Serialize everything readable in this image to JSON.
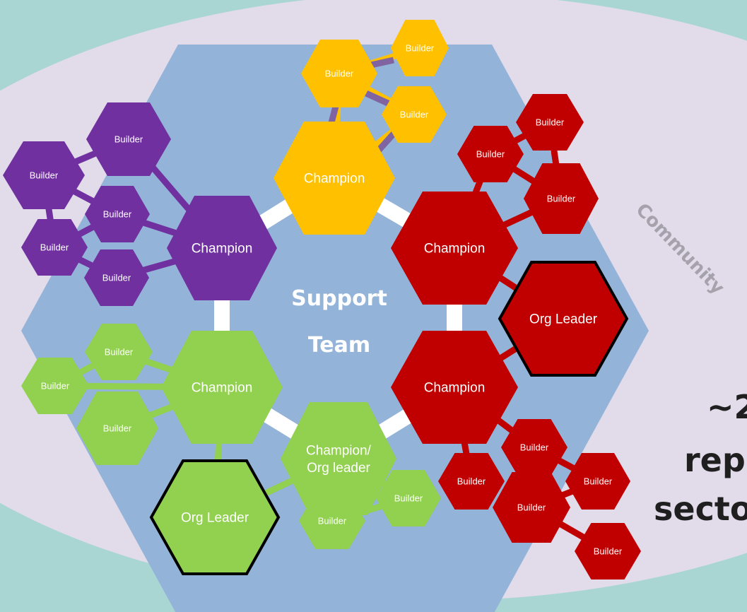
{
  "colors": {
    "background_teal": "#a9d6d3",
    "community_oval": "#e2dbea",
    "support_hex": "#94b3d8",
    "purple": "#7030a0",
    "gold": "#ffc000",
    "red": "#c00000",
    "green": "#92d050",
    "link_purple": "#8064a2",
    "link_white": "#ffffff",
    "outline": "#000000"
  },
  "community_label": "Community",
  "support_team": {
    "line1": "Support",
    "line2": "Team"
  },
  "side_text": {
    "line1": "~2",
    "line2": "rep",
    "line3": "secto"
  },
  "nodes": [
    {
      "id": "p-b1",
      "label": "Builder",
      "group": "purple",
      "size": "s"
    },
    {
      "id": "p-b2",
      "label": "Builder",
      "group": "purple",
      "size": "s"
    },
    {
      "id": "p-b3",
      "label": "Builder",
      "group": "purple",
      "size": "s"
    },
    {
      "id": "p-b4",
      "label": "Builder",
      "group": "purple",
      "size": "s"
    },
    {
      "id": "p-b5",
      "label": "Builder",
      "group": "purple",
      "size": "s"
    },
    {
      "id": "p-ch",
      "label": "Champion",
      "group": "purple",
      "size": "l"
    },
    {
      "id": "y-b1",
      "label": "Builder",
      "group": "gold",
      "size": "s"
    },
    {
      "id": "y-b2",
      "label": "Builder",
      "group": "gold",
      "size": "s"
    },
    {
      "id": "y-b3",
      "label": "Builder",
      "group": "gold",
      "size": "s"
    },
    {
      "id": "y-ch",
      "label": "Champion",
      "group": "gold",
      "size": "l"
    },
    {
      "id": "r-b1",
      "label": "Builder",
      "group": "red",
      "size": "s"
    },
    {
      "id": "r-b2",
      "label": "Builder",
      "group": "red",
      "size": "s"
    },
    {
      "id": "r-b3",
      "label": "Builder",
      "group": "red",
      "size": "s"
    },
    {
      "id": "r-ch1",
      "label": "Champion",
      "group": "red",
      "size": "l"
    },
    {
      "id": "r-ol",
      "label": "Org Leader",
      "group": "red",
      "size": "l",
      "outlined": true
    },
    {
      "id": "r-ch2",
      "label": "Champion",
      "group": "red",
      "size": "l"
    },
    {
      "id": "r-b4",
      "label": "Builder",
      "group": "red",
      "size": "s"
    },
    {
      "id": "r-b5",
      "label": "Builder",
      "group": "red",
      "size": "s"
    },
    {
      "id": "r-b6",
      "label": "Builder",
      "group": "red",
      "size": "s"
    },
    {
      "id": "r-b7",
      "label": "Builder",
      "group": "red",
      "size": "s"
    },
    {
      "id": "r-b8",
      "label": "Builder",
      "group": "red",
      "size": "s"
    },
    {
      "id": "g-b1",
      "label": "Builder",
      "group": "green",
      "size": "s"
    },
    {
      "id": "g-b2",
      "label": "Builder",
      "group": "green",
      "size": "s"
    },
    {
      "id": "g-b3",
      "label": "Builder",
      "group": "green",
      "size": "s"
    },
    {
      "id": "g-ch",
      "label": "Champion",
      "group": "green",
      "size": "l"
    },
    {
      "id": "g-ol",
      "label": "Org Leader",
      "group": "green",
      "size": "l",
      "outlined": true
    },
    {
      "id": "g-co",
      "label": "Champion/\nOrg leader",
      "group": "green",
      "size": "l"
    },
    {
      "id": "g-b4",
      "label": "Builder",
      "group": "green",
      "size": "s"
    },
    {
      "id": "g-b5",
      "label": "Builder",
      "group": "green",
      "size": "s"
    }
  ],
  "links": [
    [
      "p-b1",
      "p-ch"
    ],
    [
      "p-b1",
      "p-b2"
    ],
    [
      "p-b2",
      "p-b3"
    ],
    [
      "p-b2",
      "p-b4"
    ],
    [
      "p-b4",
      "p-b3"
    ],
    [
      "p-b4",
      "p-b5"
    ],
    [
      "p-b3",
      "p-ch"
    ],
    [
      "p-b5",
      "p-ch"
    ],
    [
      "y-b1",
      "y-b2"
    ],
    [
      "y-b1",
      "y-b3"
    ],
    [
      "y-b1",
      "y-ch"
    ],
    [
      "y-b3",
      "y-ch"
    ],
    [
      "r-b1",
      "r-b2"
    ],
    [
      "r-b1",
      "r-b3"
    ],
    [
      "r-b2",
      "r-b3"
    ],
    [
      "r-b2",
      "r-ch1"
    ],
    [
      "r-b3",
      "r-ch1"
    ],
    [
      "r-ch1",
      "r-ol"
    ],
    [
      "r-ol",
      "r-ch2"
    ],
    [
      "r-ch2",
      "r-b4"
    ],
    [
      "r-ch2",
      "r-b5"
    ],
    [
      "r-b4",
      "r-b6"
    ],
    [
      "r-b4",
      "r-b7"
    ],
    [
      "r-b6",
      "r-b7"
    ],
    [
      "r-b7",
      "r-b8"
    ],
    [
      "g-b1",
      "g-b2"
    ],
    [
      "g-b1",
      "g-ch"
    ],
    [
      "g-b2",
      "g-ch"
    ],
    [
      "g-b3",
      "g-ch"
    ],
    [
      "g-ch",
      "g-ol"
    ],
    [
      "g-ol",
      "g-co"
    ],
    [
      "g-co",
      "g-b4"
    ],
    [
      "g-co",
      "g-b5"
    ],
    [
      "g-b5",
      "g-b4"
    ]
  ],
  "core_links": [
    [
      "p-ch",
      "y-ch"
    ],
    [
      "y-ch",
      "r-ch1"
    ],
    [
      "r-ch1",
      "r-ch2"
    ],
    [
      "r-ch2",
      "g-co"
    ],
    [
      "g-co",
      "g-ch"
    ],
    [
      "g-ch",
      "p-ch"
    ]
  ]
}
